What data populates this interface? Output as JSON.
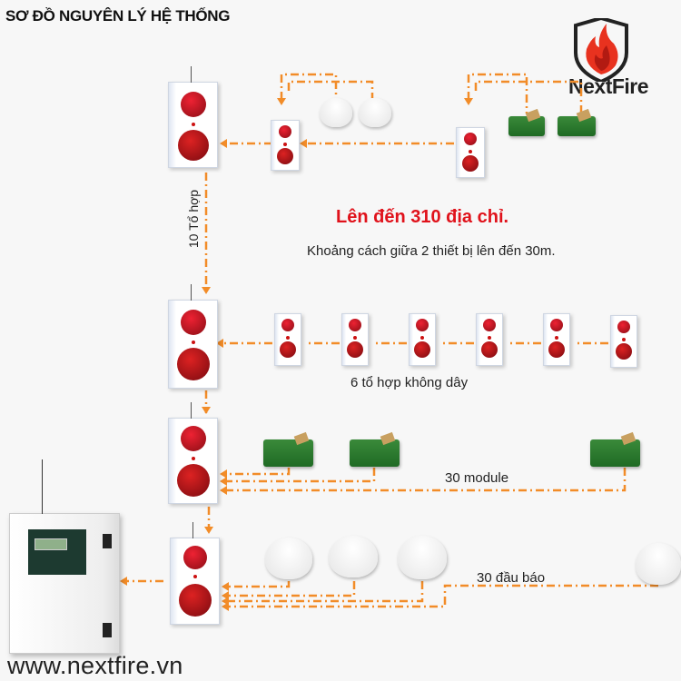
{
  "title": "SƠ ĐỒ NGUYÊN LÝ HỆ THỐNG",
  "brand": {
    "name": "NextFire",
    "website": "www.nextfire.vn",
    "colors": {
      "flame": "#e8321f",
      "line": "#f28c28",
      "text_red": "#e0121b"
    }
  },
  "labels": {
    "max_address": "Lên đến 310 địa chỉ.",
    "distance": "Khoảng cách giữa 2 thiết bị lên đến 30m.",
    "combo_count": "10 Tổ hợp",
    "wireless_combo": "6 tổ hợp không dây",
    "modules": "30  module",
    "detectors": "30 đầu báo"
  }
}
